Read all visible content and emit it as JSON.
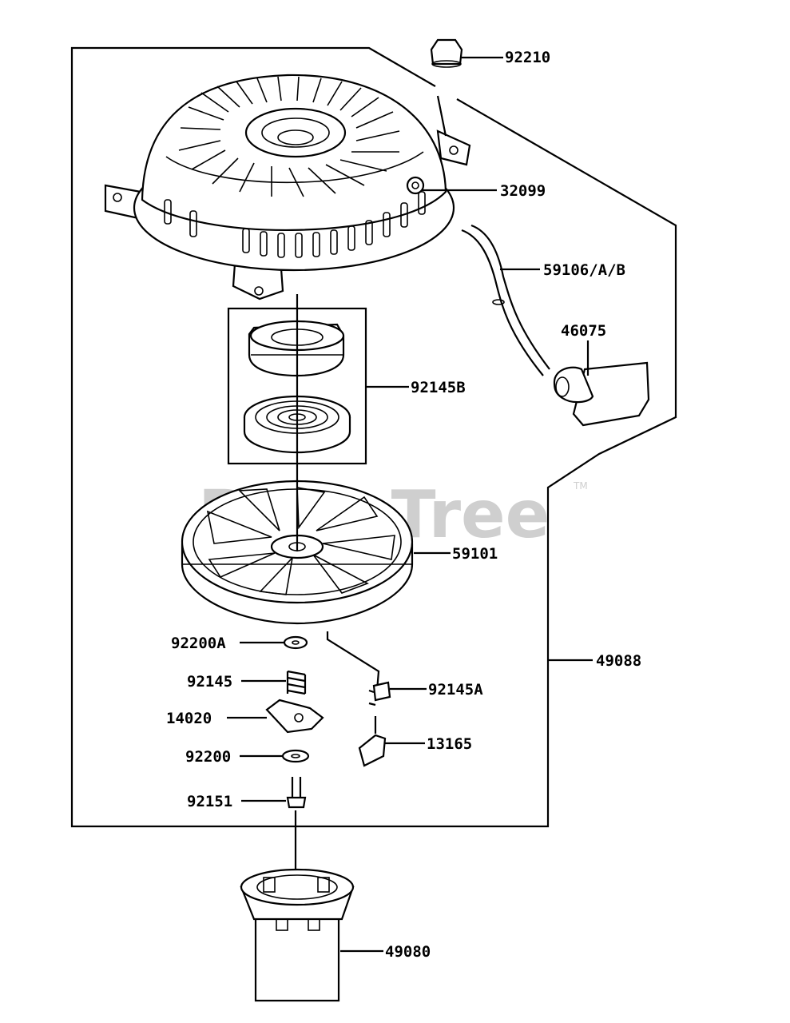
{
  "watermark": {
    "text": "PartsTree",
    "trademark": "TM"
  },
  "parts": [
    {
      "id": "p92210",
      "label": "92210"
    },
    {
      "id": "p32099",
      "label": "32099"
    },
    {
      "id": "p59106",
      "label": "59106/A/B"
    },
    {
      "id": "p46075",
      "label": "46075"
    },
    {
      "id": "p92145B",
      "label": "92145B"
    },
    {
      "id": "p59101",
      "label": "59101"
    },
    {
      "id": "p49088",
      "label": "49088"
    },
    {
      "id": "p92200A",
      "label": "92200A"
    },
    {
      "id": "p92145",
      "label": "92145"
    },
    {
      "id": "p92145A",
      "label": "92145A"
    },
    {
      "id": "p14020",
      "label": "14020"
    },
    {
      "id": "p13165",
      "label": "13165"
    },
    {
      "id": "p92200",
      "label": "92200"
    },
    {
      "id": "p92151",
      "label": "92151"
    },
    {
      "id": "p49080",
      "label": "49080"
    }
  ]
}
